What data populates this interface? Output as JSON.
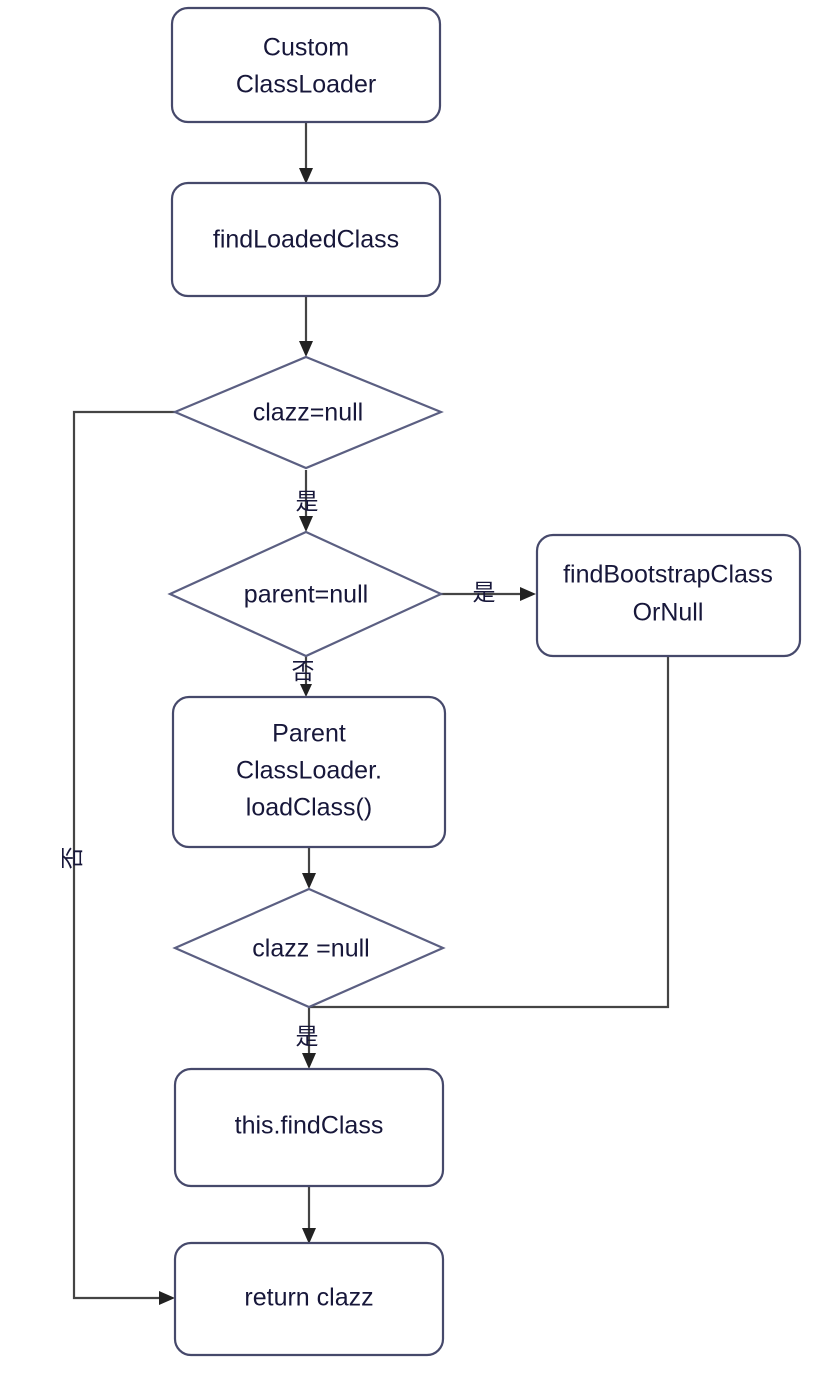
{
  "diagram": {
    "title": "Custom ClassLoader loadClass flow",
    "type": "flowchart",
    "colors": {
      "box_stroke": "#46496b",
      "diamond_stroke": "#5b5f82",
      "connector": "#444444",
      "text": "#17173a",
      "background": "#ffffff"
    },
    "nodes": [
      {
        "id": "custom-classloader",
        "shape": "rounded-rect",
        "lines": [
          "Custom",
          "ClassLoader"
        ]
      },
      {
        "id": "find-loaded-class",
        "shape": "rounded-rect",
        "lines": [
          "findLoadedClass"
        ]
      },
      {
        "id": "clazz-null-1",
        "shape": "diamond",
        "lines": [
          "clazz=null"
        ]
      },
      {
        "id": "parent-null",
        "shape": "diamond",
        "lines": [
          "parent=null"
        ]
      },
      {
        "id": "find-bootstrap-class-or-null",
        "shape": "rounded-rect",
        "lines": [
          "findBootstrapClass",
          "OrNull"
        ]
      },
      {
        "id": "parent-classloader-loadclass",
        "shape": "rounded-rect",
        "lines": [
          "Parent",
          "ClassLoader.",
          "loadClass()"
        ]
      },
      {
        "id": "clazz-null-2",
        "shape": "diamond",
        "lines": [
          "clazz =null"
        ]
      },
      {
        "id": "this-find-class",
        "shape": "rounded-rect",
        "lines": [
          "this.findClass"
        ]
      },
      {
        "id": "return-clazz",
        "shape": "rounded-rect",
        "lines": [
          "return clazz"
        ]
      }
    ],
    "edge_labels": {
      "clazz_null_1_yes": "是",
      "clazz_null_1_no": "否",
      "parent_null_yes": "是",
      "parent_null_no": "否",
      "clazz_null_2_yes": "是"
    },
    "edges": [
      {
        "from": "custom-classloader",
        "to": "find-loaded-class",
        "label": ""
      },
      {
        "from": "find-loaded-class",
        "to": "clazz-null-1",
        "label": ""
      },
      {
        "from": "clazz-null-1",
        "to": "parent-null",
        "label": "是"
      },
      {
        "from": "clazz-null-1",
        "to": "return-clazz",
        "label": "否"
      },
      {
        "from": "parent-null",
        "to": "find-bootstrap-class-or-null",
        "label": "是"
      },
      {
        "from": "parent-null",
        "to": "parent-classloader-loadclass",
        "label": "否"
      },
      {
        "from": "parent-classloader-loadclass",
        "to": "clazz-null-2",
        "label": ""
      },
      {
        "from": "find-bootstrap-class-or-null",
        "to": "clazz-null-2",
        "label": ""
      },
      {
        "from": "clazz-null-2",
        "to": "this-find-class",
        "label": "是"
      },
      {
        "from": "this-find-class",
        "to": "return-clazz",
        "label": ""
      }
    ]
  }
}
